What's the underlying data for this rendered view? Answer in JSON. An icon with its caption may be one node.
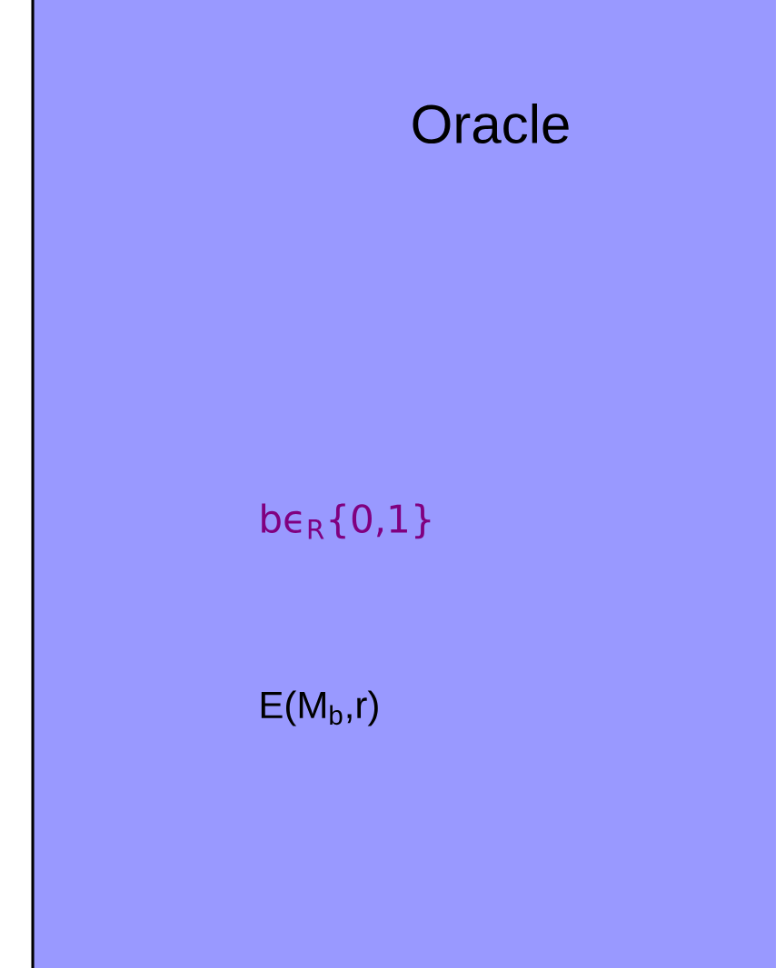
{
  "diagram": {
    "nodes": [
      {
        "text": [
          "Oracle",
          "bϵ$_{R}${0,1}",
          "E(M$_{b}$,r)"
        ]
      }
    ]
  }
}
